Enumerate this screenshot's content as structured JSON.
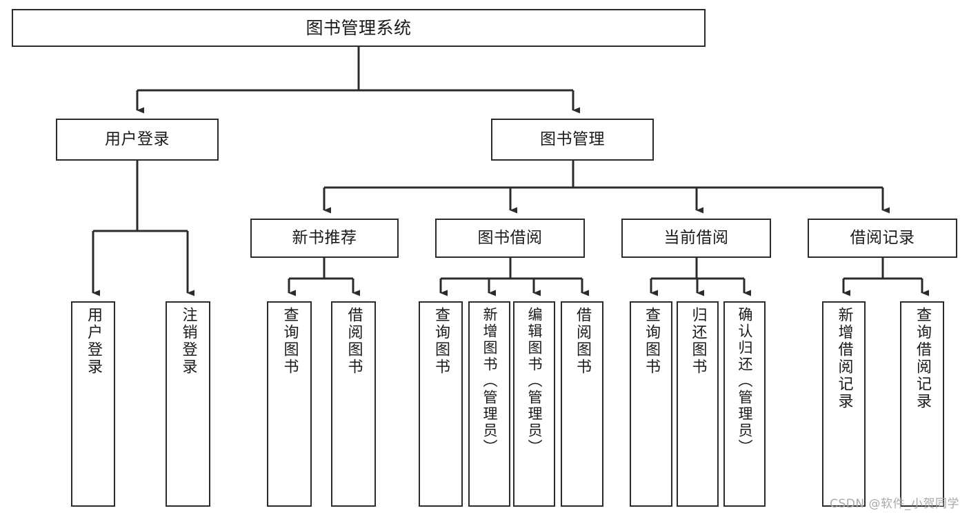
{
  "diagram": {
    "title": "图书管理系统",
    "type": "tree-hierarchy-diagram",
    "colors": {
      "stroke": "#2b2b2b",
      "box_fill": "#ffffff",
      "text": "#1a1a1a",
      "background": "#ffffff",
      "watermark": "#a9a9a9"
    },
    "root": {
      "label": "图书管理系统",
      "orientation": "horizontal"
    },
    "level2": [
      {
        "label": "用户登录",
        "orientation": "horizontal"
      },
      {
        "label": "图书管理",
        "orientation": "horizontal"
      }
    ],
    "level3": [
      {
        "label": "新书推荐",
        "orientation": "horizontal"
      },
      {
        "label": "图书借阅",
        "orientation": "horizontal"
      },
      {
        "label": "当前借阅",
        "orientation": "horizontal"
      },
      {
        "label": "借阅记录",
        "orientation": "horizontal"
      }
    ],
    "leaves": [
      {
        "label": "用户登录",
        "parent": "用户登录",
        "orientation": "vertical"
      },
      {
        "label": "注销登录",
        "parent": "用户登录",
        "orientation": "vertical"
      },
      {
        "label": "查询图书",
        "parent": "新书推荐",
        "orientation": "vertical"
      },
      {
        "label": "借阅图书",
        "parent": "新书推荐",
        "orientation": "vertical"
      },
      {
        "label": "查询图书",
        "parent": "图书借阅",
        "orientation": "vertical"
      },
      {
        "label": "新增图书（管理员）",
        "parent": "图书借阅",
        "orientation": "vertical"
      },
      {
        "label": "编辑图书（管理员）",
        "parent": "图书借阅",
        "orientation": "vertical"
      },
      {
        "label": "借阅图书",
        "parent": "图书借阅",
        "orientation": "vertical"
      },
      {
        "label": "查询图书",
        "parent": "当前借阅",
        "orientation": "vertical"
      },
      {
        "label": "归还图书",
        "parent": "当前借阅",
        "orientation": "vertical"
      },
      {
        "label": "确认归还（管理员）",
        "parent": "当前借阅",
        "orientation": "vertical"
      },
      {
        "label": "新增借阅记录",
        "parent": "借阅记录",
        "orientation": "vertical"
      },
      {
        "label": "查询借阅记录",
        "parent": "借阅记录",
        "orientation": "vertical"
      }
    ]
  },
  "watermark": {
    "text": "CSDN @软件_小贺同学"
  }
}
